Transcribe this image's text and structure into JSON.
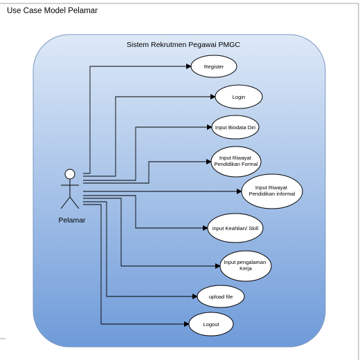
{
  "page_title": "Use Case Model Pelamar",
  "system_boundary": {
    "title": "Sistem Rekrutmen Pegawai PMGC",
    "gradient_top": "#dde9f7",
    "gradient_bottom": "#6f9bd9"
  },
  "actor": {
    "label": "Pelamar"
  },
  "use_cases": [
    {
      "lines": [
        "Register"
      ]
    },
    {
      "lines": [
        "Login"
      ]
    },
    {
      "lines": [
        "Input Biodata Diri"
      ]
    },
    {
      "lines": [
        "Input Riwayat",
        "Pendidikan Formal"
      ]
    },
    {
      "lines": [
        "Input Riwayat",
        "Pendidikan informal"
      ]
    },
    {
      "lines": [
        "input Keahlian/ Skill"
      ]
    },
    {
      "lines": [
        "Input pengalaman",
        "Kerja"
      ]
    },
    {
      "lines": [
        "upload file"
      ]
    },
    {
      "lines": [
        "Logout"
      ]
    }
  ]
}
